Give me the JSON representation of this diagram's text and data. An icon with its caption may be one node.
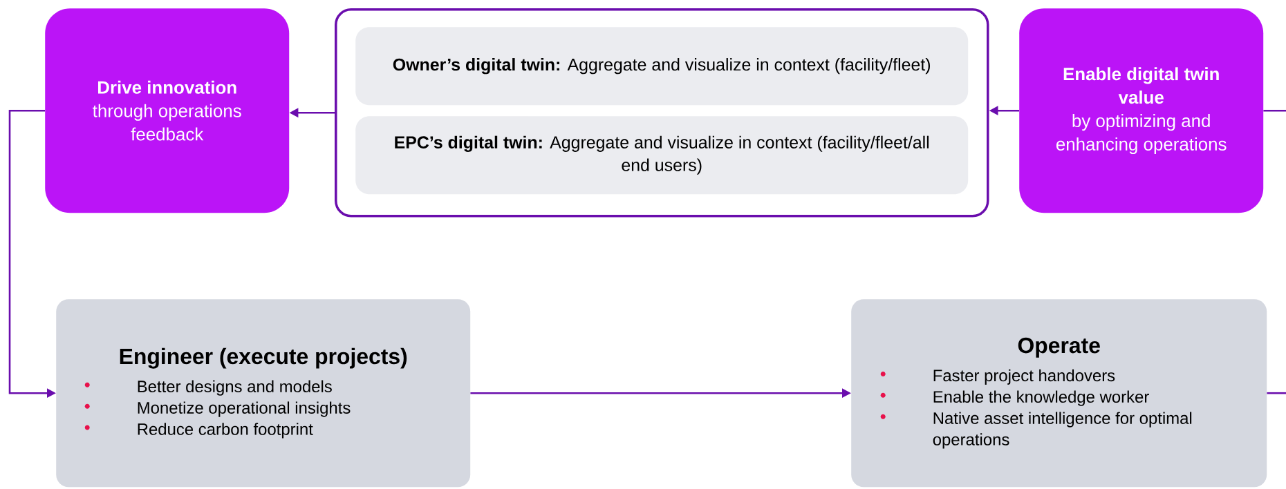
{
  "diagram": {
    "nodes": [
      {
        "text": [
          "Drive innovation",
          "through operations feedback"
        ]
      },
      {
        "text": [],
        "shape": "box"
      },
      {
        "text": [
          "**Owner’s digital twin:** Aggregate and visualize in context (facility/fleet)"
        ],
        "in": 1
      },
      {
        "text": [
          "**EPC’s digital twin:** Aggregate and visualize in context (facility/fleet/all end users)"
        ],
        "in": 1
      },
      {
        "text": [
          "Enable digital twin value",
          "by optimizing and enhancing operations"
        ]
      },
      {
        "text": [
          "Engineer (execute projects)",
          "Better designs and models",
          "Monetize operational insights",
          "Reduce carbon footprint"
        ]
      },
      {
        "text": [
          "Operate",
          "Faster project handovers",
          "Enable the knowledge worker",
          "Native asset intelligence for optimal operations"
        ]
      }
    ],
    "edges": [
      {
        "from": 1,
        "to": 0,
        "arrow": "to"
      },
      {
        "from": 4,
        "to": 1,
        "arrow": "to"
      },
      {
        "from": 0,
        "to": 5,
        "arrow": "to"
      },
      {
        "from": 5,
        "to": 6,
        "arrow": "to"
      },
      {
        "from": 6,
        "to": null,
        "arrow": "none"
      },
      {
        "from": null,
        "to": 4,
        "arrow": "none"
      }
    ]
  }
}
